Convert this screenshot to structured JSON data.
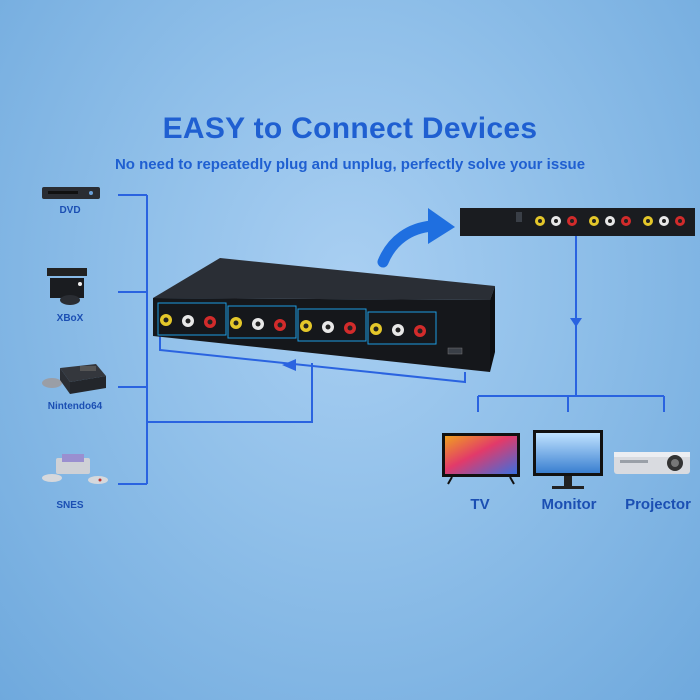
{
  "header": {
    "title": "EASY to Connect Devices",
    "subtitle": "No need to repeatedly plug and unplug, perfectly solve your issue"
  },
  "inputs": [
    {
      "label": "DVD",
      "icon": "dvd-player-icon"
    },
    {
      "label": "XBoX",
      "icon": "xbox-console-icon"
    },
    {
      "label": "Nintendo64",
      "icon": "nintendo64-console-icon"
    },
    {
      "label": "SNES",
      "icon": "snes-console-icon"
    }
  ],
  "outputs": [
    {
      "label": "TV",
      "icon": "tv-icon"
    },
    {
      "label": "Monitor",
      "icon": "monitor-icon"
    },
    {
      "label": "Projector",
      "icon": "projector-icon"
    }
  ],
  "colors": {
    "accent": "#1f5fd1",
    "line": "#2a63e0",
    "device": "#1c1f24"
  }
}
